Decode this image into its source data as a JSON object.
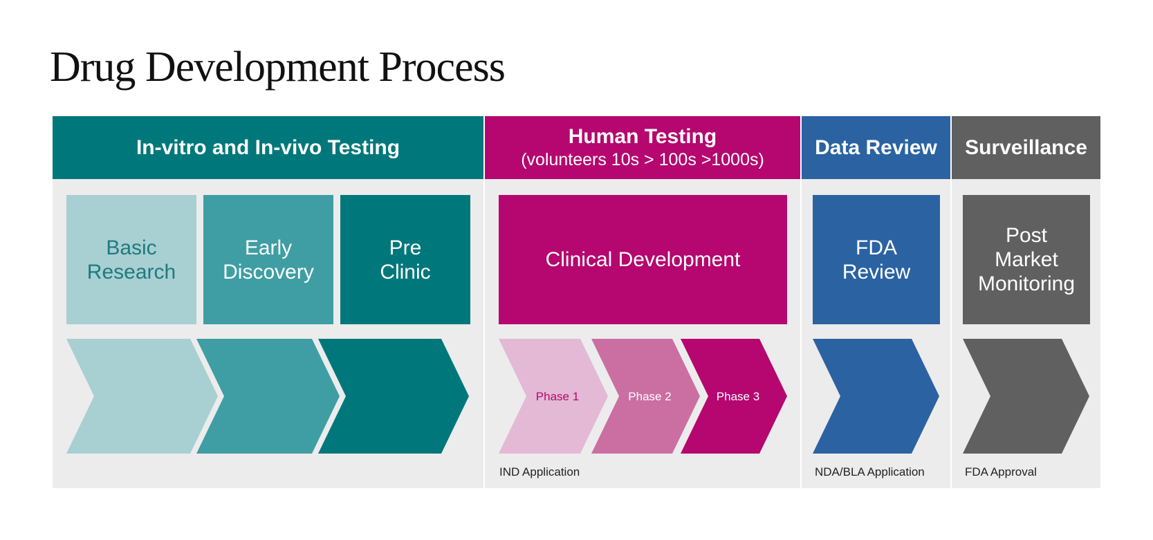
{
  "title": "Drug Development Process",
  "colors": {
    "teal_light": "#a8cfd2",
    "teal_mid": "#3f9ea4",
    "teal_dark": "#00787b",
    "magenta": "#b5076f",
    "magenta_mid": "#cb6fa3",
    "magenta_light": "#e3b9d6",
    "blue": "#2b63a2",
    "gray": "#606060",
    "panel": "#ececec"
  },
  "stages": [
    {
      "header": "In-vitro and In-vivo Testing",
      "color": "#00787b",
      "boxes": [
        {
          "label": "Basic\nResearch",
          "color": "#a8cfd2",
          "text_color": "#1e7b7f"
        },
        {
          "label": "Early\nDiscovery",
          "color": "#3f9ea4",
          "text_color": "#ffffff"
        },
        {
          "label": "Pre\nClinic",
          "color": "#00787b",
          "text_color": "#ffffff"
        }
      ],
      "arrows": [
        {
          "label": "",
          "color": "#a8cfd2"
        },
        {
          "label": "",
          "color": "#3f9ea4"
        },
        {
          "label": "",
          "color": "#00787b"
        }
      ],
      "note": ""
    },
    {
      "header": "Human Testing",
      "subheader": "(volunteers 10s > 100s >1000s)",
      "color": "#b5076f",
      "boxes": [
        {
          "label": "Clinical Development",
          "color": "#b5076f",
          "text_color": "#ffffff"
        }
      ],
      "arrows": [
        {
          "label": "Phase 1",
          "color": "#e3b9d6",
          "text_color": "#b5076f"
        },
        {
          "label": "Phase 2",
          "color": "#cb6fa3",
          "text_color": "#ffffff"
        },
        {
          "label": "Phase 3",
          "color": "#b5076f",
          "text_color": "#ffffff"
        }
      ],
      "note": "IND Application"
    },
    {
      "header": "Data Review",
      "color": "#2b63a2",
      "boxes": [
        {
          "label": "FDA\nReview",
          "color": "#2b63a2",
          "text_color": "#ffffff"
        }
      ],
      "arrows": [
        {
          "label": "",
          "color": "#2b63a2"
        }
      ],
      "note": "NDA/BLA Application"
    },
    {
      "header": "Surveillance",
      "color": "#606060",
      "boxes": [
        {
          "label": "Post\nMarket\nMonitoring",
          "color": "#606060",
          "text_color": "#ffffff"
        }
      ],
      "arrows": [
        {
          "label": "",
          "color": "#606060"
        }
      ],
      "note": "FDA Approval"
    }
  ]
}
